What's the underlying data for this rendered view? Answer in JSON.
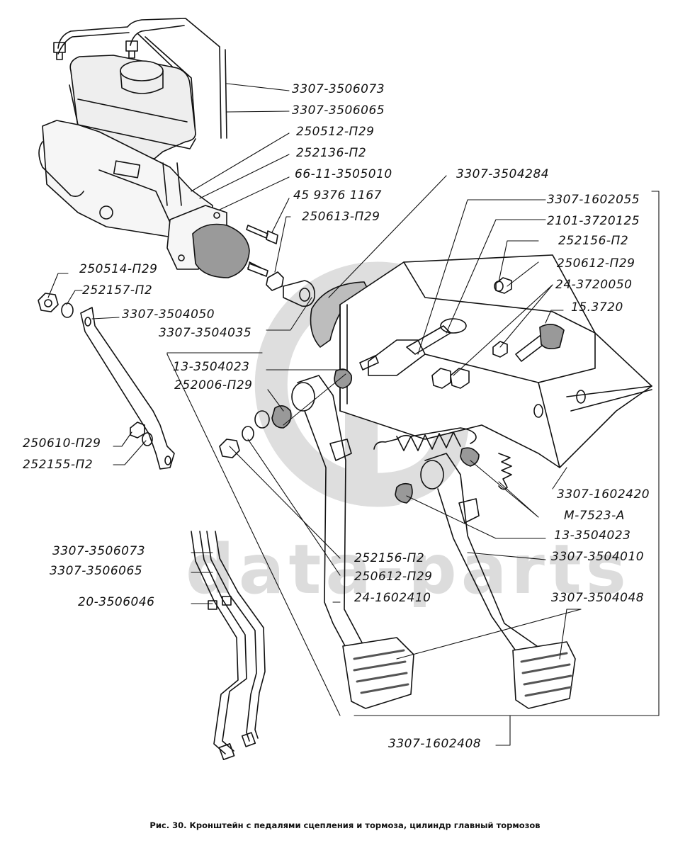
{
  "figure": {
    "caption": "Рис. 30. Кронштейн с педалями сцепления и тормоза, цилиндр главный тормозов",
    "watermark": "data-parts",
    "colors": {
      "ink": "#111111",
      "watermark": "#dcdcdc",
      "background": "#ffffff"
    }
  },
  "labels": {
    "l01": "3307-3506073",
    "l02": "3307-3506065",
    "l03": "250512-П29",
    "l04": "252136-П2",
    "l05": "66-11-3505010",
    "l06": "45 9376 1167",
    "l07": "250613-П29",
    "l08": "3307-3504284",
    "l09": "3307-1602055",
    "l10": "2101-3720125",
    "l11": "252156-П2",
    "l12": "250612-П29",
    "l13": "24-3720050",
    "l14": "15.3720",
    "l15": "250514-П29",
    "l16": "252157-П2",
    "l17": "3307-3504050",
    "l18": "3307-3504035",
    "l19": "13-3504023",
    "l20": "252006-П29",
    "l21": "250610-П29",
    "l22": "252155-П2",
    "l23": "3307-1602420",
    "l24": "М-7523-А",
    "l25": "13-3504023",
    "l26": "3307-3504010",
    "l27": "3307-3506073",
    "l28": "3307-3506065",
    "l29": "20-3506046",
    "l30": "252156-П2",
    "l31": "250612-П29",
    "l32": "24-1602410",
    "l33": "3307-3504048",
    "l34": "3307-1602408"
  },
  "parts": [
    "brake-line-front",
    "brake-line-rear",
    "master-cylinder",
    "reservoir",
    "reservoir-cap",
    "boot",
    "bolt",
    "nut",
    "clevis",
    "pedal-bracket",
    "support-bracket",
    "clutch-pedal",
    "brake-pedal",
    "pedal-pad",
    "return-spring",
    "stop-light-switch",
    "tube-set"
  ]
}
